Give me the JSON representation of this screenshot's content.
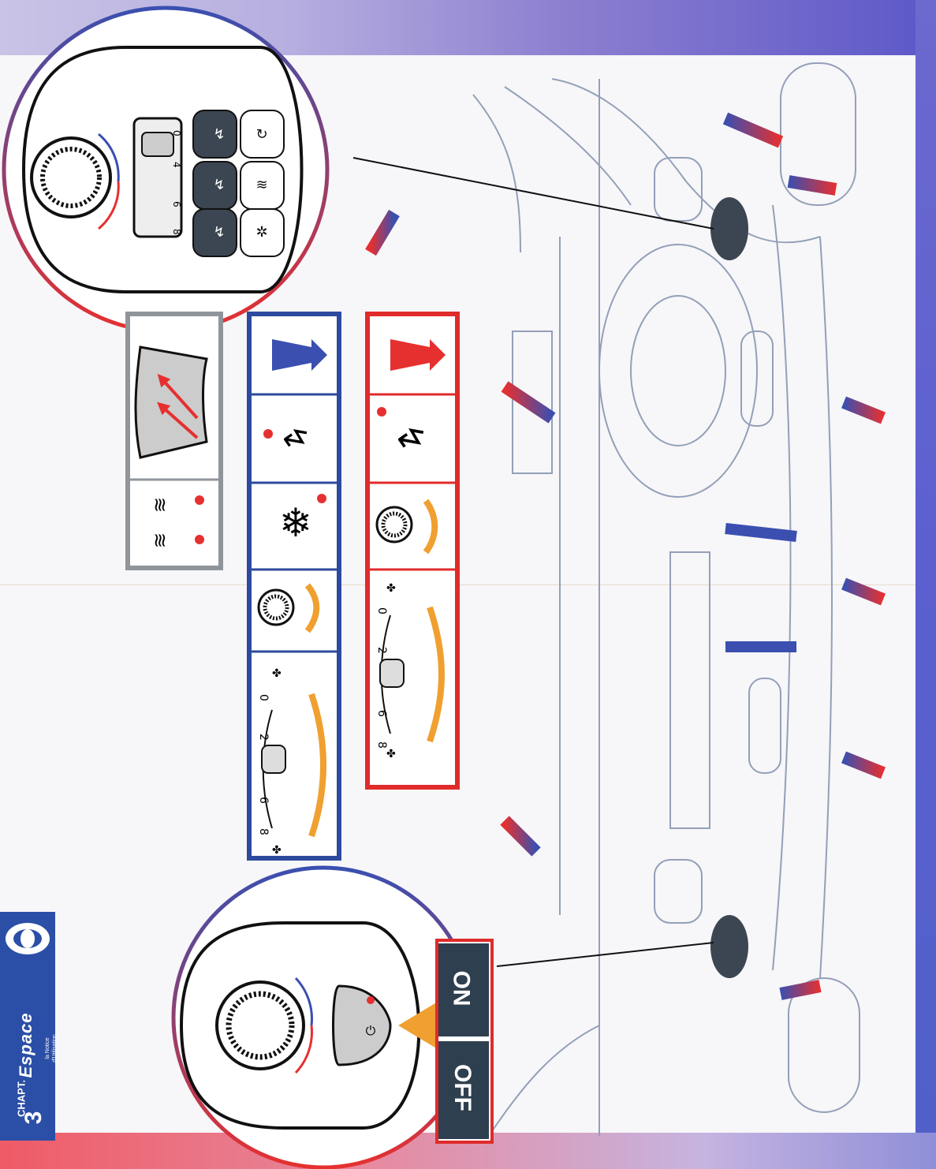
{
  "page": {
    "chapter_label": "CHAPT.",
    "chapter_number": "3",
    "brand": "Espace",
    "notice_line1": "la Notice",
    "notice_line2": "d'Utilisation"
  },
  "switch": {
    "on_label": "ON",
    "off_label": "OFF"
  },
  "fan_scale": {
    "marks": [
      "0",
      "2",
      "6",
      "8"
    ]
  },
  "climate_panel": {
    "marks": [
      "0",
      "4",
      "6",
      "8"
    ]
  },
  "colors": {
    "hot": "#e63030",
    "cold": "#3a4fb0",
    "defrost_frame": "#8f959b",
    "adjust_arrow": "#f0a030",
    "tab": "#2b4fa6"
  },
  "icons": [
    "fan-icon",
    "temperature-knob-icon",
    "air-distribution-icon",
    "snowflake-icon",
    "windscreen-defrost-icon",
    "rear-defrost-icon",
    "power-icon",
    "airflow-arrow-icon"
  ]
}
